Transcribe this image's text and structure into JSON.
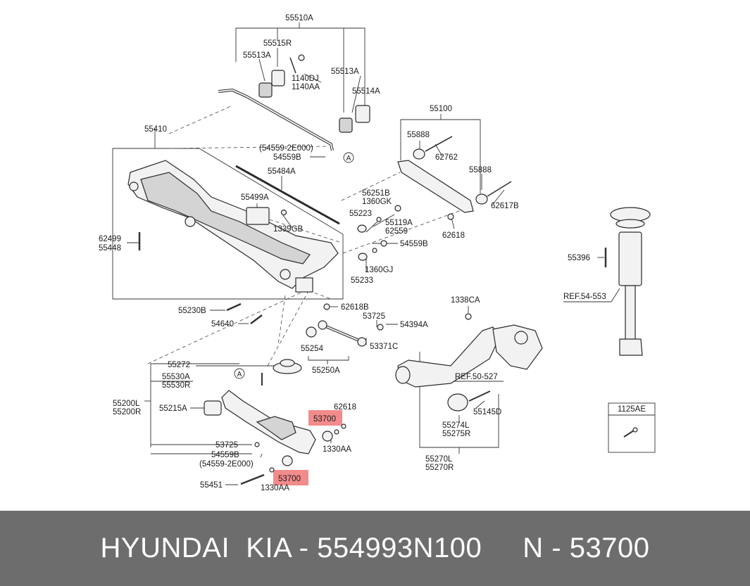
{
  "labels": {
    "p55510A": "55510A",
    "p55515R": "55515R",
    "p55513A_l": "55513A",
    "p1140DJ": "1140DJ",
    "p1140AA": "1140AA",
    "p55513A_r": "55513A",
    "p55514A": "55514A",
    "p55100": "55100",
    "p55888_a": "55888",
    "p62762": "62762",
    "p55888_b": "55888",
    "p62617B": "62617B",
    "p62618_a": "62618",
    "p55410": "55410",
    "p54559_2E000_a": "(54559-2E000)",
    "p54559B_a": "54559B",
    "p55484A": "55484A",
    "p55499A": "55499A",
    "p1339GB": "1339GB",
    "p56251B": "56251B",
    "p1360GK": "1360GK",
    "p55223": "55223",
    "p55119A": "55119A",
    "p62559": "62559",
    "p54559B_b": "54559B",
    "p1360GJ": "1360GJ",
    "p55233": "55233",
    "p62499": "62499",
    "p55448": "55448",
    "p55396": "55396",
    "ref54553": "REF.54-553",
    "p55230B": "55230B",
    "p62618B": "62618B",
    "p1338CA": "1338CA",
    "p53725_a": "53725",
    "p54394A": "54394A",
    "p54640": "54640",
    "p53371C": "53371C",
    "p55254": "55254",
    "p55250A": "55250A",
    "ref50527": "REF.50-527",
    "p55272": "55272",
    "p55530A": "55530A",
    "p55530R": "55530R",
    "p55200L": "55200L",
    "p55200R": "55200R",
    "p55215A": "55215A",
    "p62618_b": "62618",
    "p53700_a": "53700",
    "p1330AA_a": "1330AA",
    "p53725_b": "53725",
    "p54559B_c": "54559B",
    "p54559_2E000_b": "(54559-2E000)",
    "p53700_b": "53700",
    "p55451": "55451",
    "p1330AA_b": "1330AA",
    "p55145D": "55145D",
    "p55274L": "55274L",
    "p55275R": "55275R",
    "p55270L": "55270L",
    "p55270R": "55270R",
    "p1125AE": "1125AE",
    "callout_a": "A"
  },
  "colors": {
    "highlight": "#f28b8b",
    "footer_bg": "#6d6d6d",
    "footer_text": "#ffffff"
  },
  "footer": {
    "text": "HYUNDAI  KIA - 554993N100     N - 53700"
  }
}
